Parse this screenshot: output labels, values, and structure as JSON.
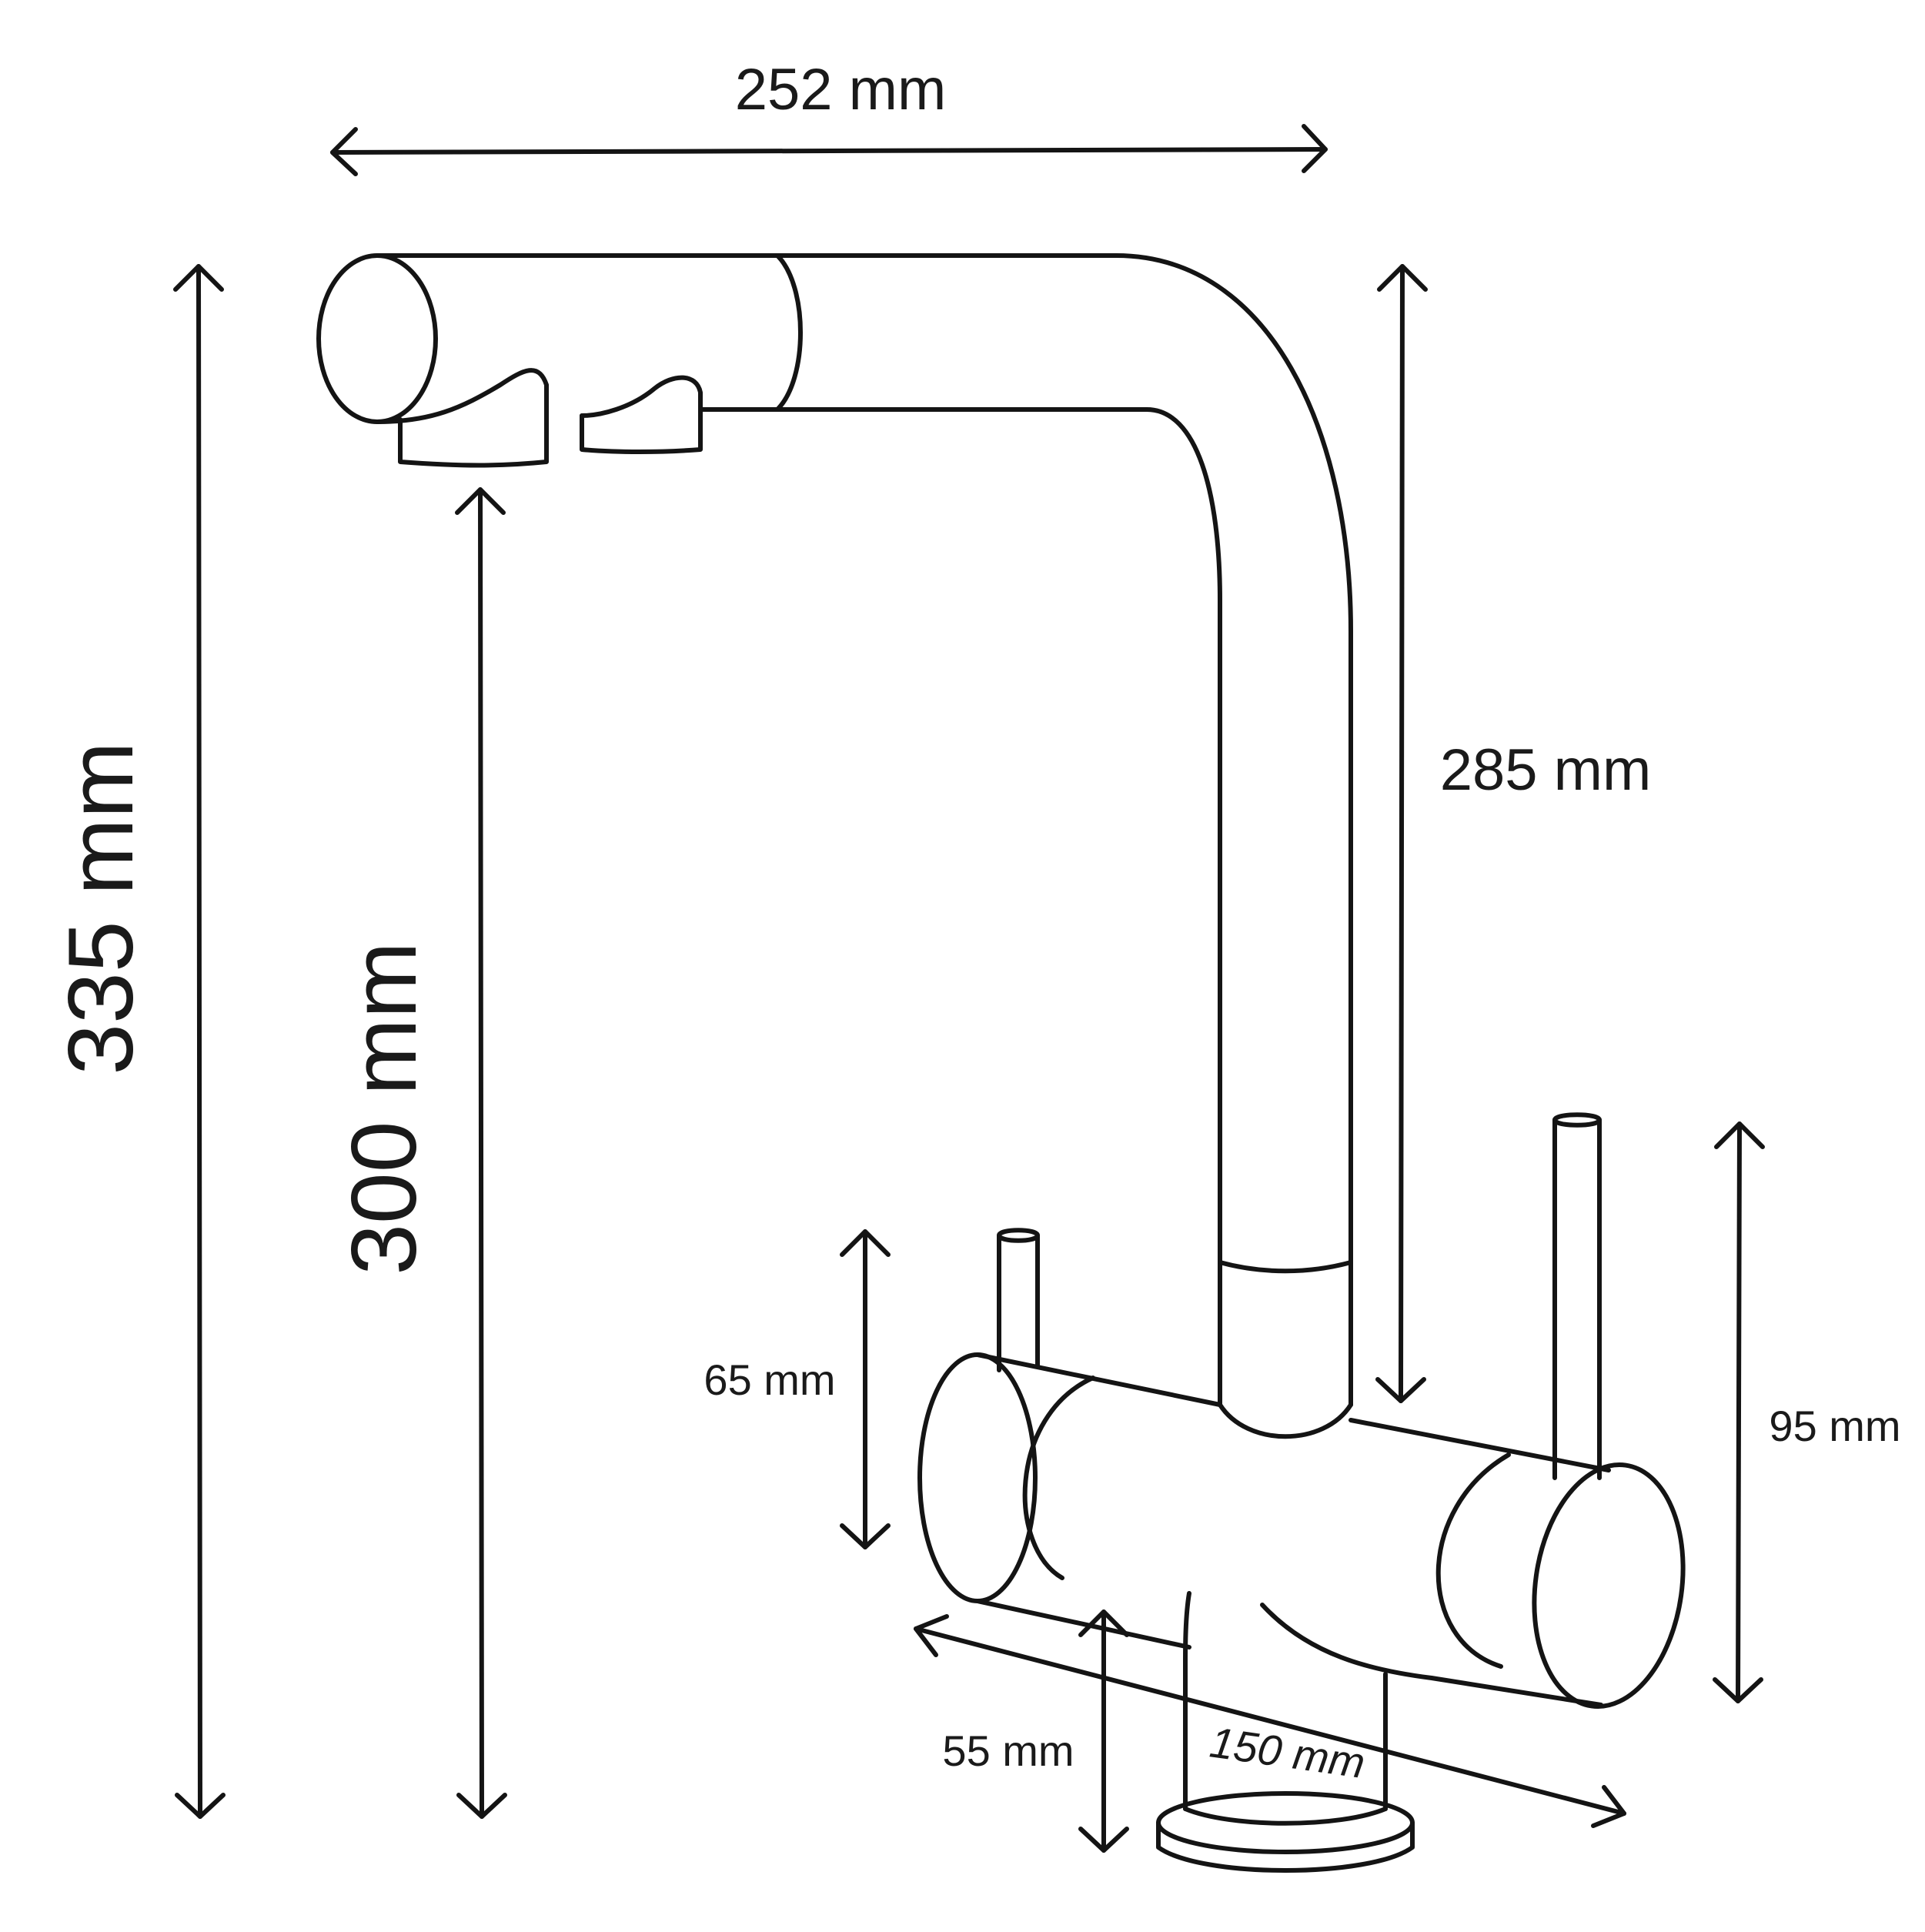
{
  "dimensions": {
    "spout_reach": "252 mm",
    "total_height": "335 mm",
    "outlet_height": "300 mm",
    "spout_height": "285 mm",
    "left_lever_height": "65 mm",
    "right_lever_height": "95 mm",
    "base_height": "55 mm",
    "body_width": "150 mm"
  }
}
